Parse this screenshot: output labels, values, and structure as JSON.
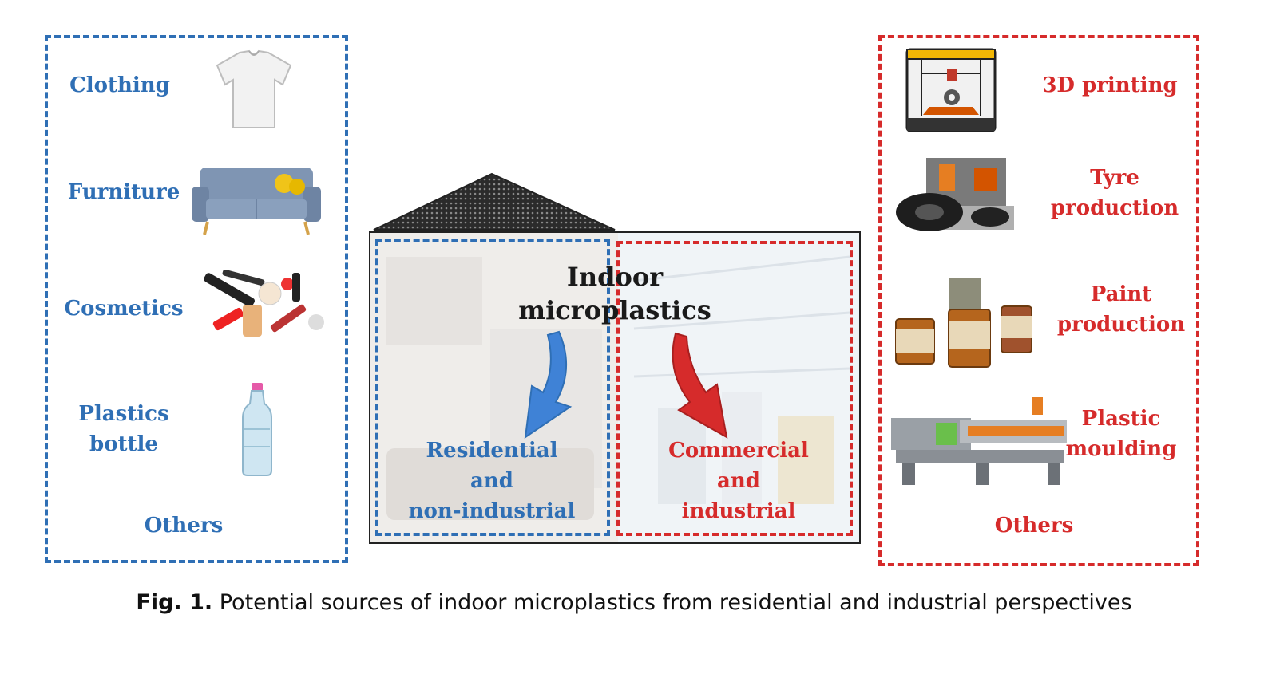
{
  "left_panel": {
    "items": [
      "Clothing",
      "Furniture",
      "Cosmetics",
      "Plastics bottle",
      "Others"
    ]
  },
  "right_panel": {
    "items": [
      "3D printing",
      "Tyre production",
      "Paint production",
      "Plastic moulding",
      "Others"
    ]
  },
  "center": {
    "title_line1": "Indoor",
    "title_line2": "microplastics",
    "residential_line1": "Residential",
    "residential_line2": "and",
    "residential_line3": "non-industrial",
    "commercial_line1": "Commercial",
    "commercial_line2": "and",
    "commercial_line3": "industrial"
  },
  "caption": {
    "label": "Fig. 1.",
    "text": "Potential sources of indoor microplastics from residential and industrial perspectives"
  },
  "colors": {
    "residential": "#2f6fb5",
    "industrial": "#d62b2b"
  }
}
